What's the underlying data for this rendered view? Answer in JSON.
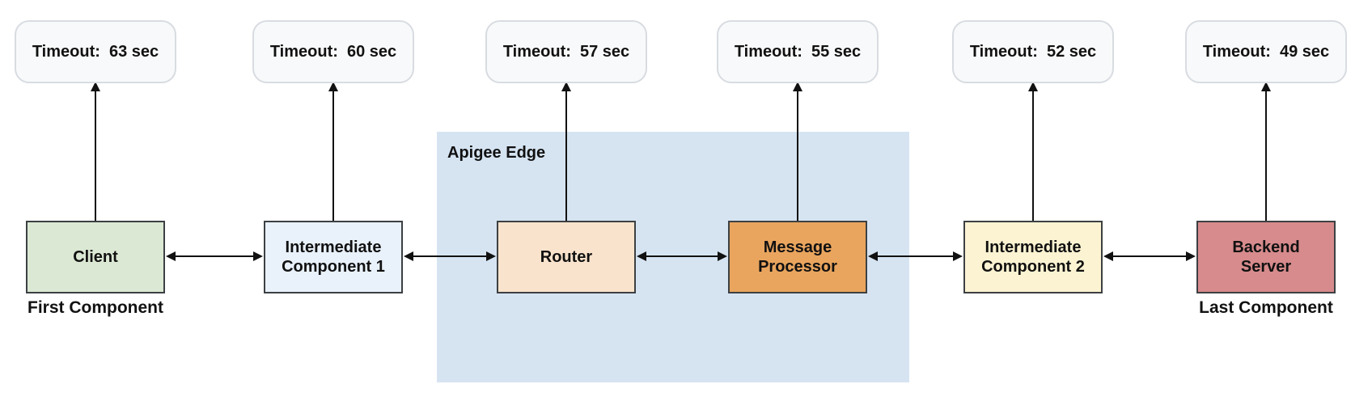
{
  "apigee": {
    "label": "Apigee Edge"
  },
  "columns": [
    {
      "timeout": "Timeout:  63 sec",
      "name": "Client",
      "sublabel": "First Component",
      "fill": "#dbe8d3"
    },
    {
      "timeout": "Timeout:  60 sec",
      "name": "Intermediate Component 1",
      "fill": "#e9f1fb"
    },
    {
      "timeout": "Timeout:  57 sec",
      "name": "Router",
      "fill": "#fae3cc"
    },
    {
      "timeout": "Timeout:  55 sec",
      "name": "Message Processor",
      "fill": "#e9a55e"
    },
    {
      "timeout": "Timeout:  52 sec",
      "name": "Intermediate Component 2",
      "fill": "#fcf3d2"
    },
    {
      "timeout": "Timeout:  49 sec",
      "name": "Backend Server",
      "sublabel": "Last Component",
      "fill": "#d78b8c"
    }
  ],
  "colors": {
    "apigee_region_bg": "#d6e4f2",
    "pill_bg": "#f8f9fa",
    "pill_border": "#d8dce1",
    "component_border": "#3c4043",
    "arrow": "#111111",
    "text": "#111111"
  }
}
